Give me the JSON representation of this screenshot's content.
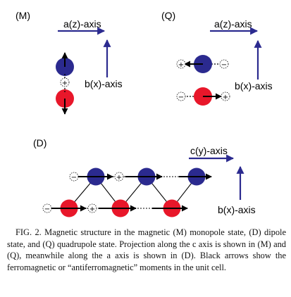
{
  "panels": {
    "M": {
      "label": "(M)",
      "a_axis": "a(z)-axis",
      "b_axis": "b(x)-axis"
    },
    "Q": {
      "label": "(Q)",
      "a_axis": "a(z)-axis",
      "b_axis": "b(x)-axis"
    },
    "D": {
      "label": "(D)",
      "c_axis": "c(y)-axis",
      "b_axis": "b(x)-axis"
    }
  },
  "signs": {
    "plus": "+",
    "minus": "−"
  },
  "colors": {
    "blue_ion": "#2b2a8f",
    "red_ion": "#e8172a",
    "axis_arrow": "#2b2a8f",
    "moment_arrow": "#000000"
  },
  "caption": {
    "text": "FIG. 2. Magnetic structure in the magnetic (M) monopole state, (D) dipole state, and (Q) quadrupole state. Projection along the c axis is shown in (M) and (Q), meanwhile along the a axis is shown in (D). Black arrows show the ferromagnetic or “antiferromagnetic” moments in the unit cell."
  }
}
